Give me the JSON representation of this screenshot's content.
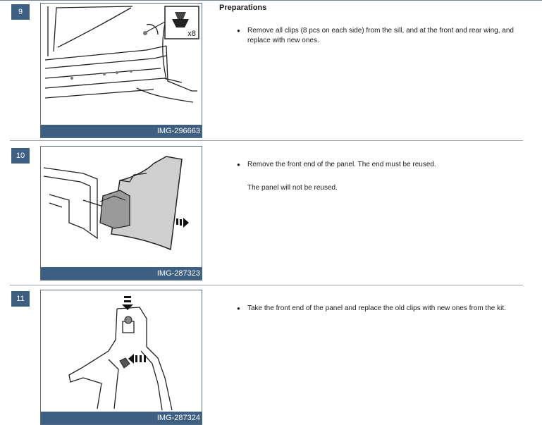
{
  "steps": [
    {
      "number": "9",
      "title": "Preparations",
      "image_id": "IMG-296663",
      "inset_label": "x8",
      "bullet": "Remove all clips (8 pcs on each side) from the sill, and at the front and rear wing, and replace with new ones.",
      "note": ""
    },
    {
      "number": "10",
      "title": "",
      "image_id": "IMG-287323",
      "bullet": "Remove the front end of the panel. The end must be reused.",
      "note": "The panel will not be reused."
    },
    {
      "number": "11",
      "title": "",
      "image_id": "IMG-287324",
      "bullet": "Take the front end of the panel and replace the old clips with new ones from the kit.",
      "note": ""
    }
  ]
}
